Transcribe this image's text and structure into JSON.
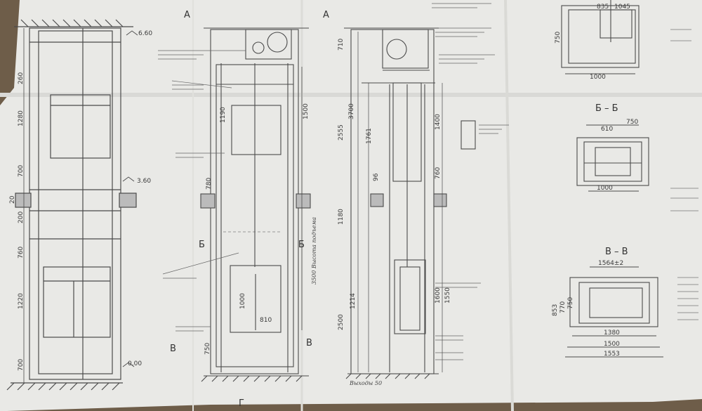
{
  "document": {
    "type": "engineering drawing photo",
    "elevations": {
      "top": "6.60",
      "mid": "3.60",
      "bottom": "0.00"
    },
    "section_labels": {
      "a1": "А",
      "a2": "А",
      "b_b": "Б – Б",
      "v_v": "В – В",
      "b_left": "Б",
      "b_right": "Б",
      "v_left": "В",
      "v_right": "В",
      "g_bottom": "Г"
    },
    "left_view_dims": [
      "260",
      "1280",
      "700",
      "20",
      "200",
      "760",
      "1220",
      "700"
    ],
    "section_a_dims": [
      "1190",
      "780",
      "750",
      "1500",
      "1000",
      "810"
    ],
    "section_a_rotated": "3500  Высота подъема",
    "section_g_dims": [
      "710",
      "2555",
      "3700",
      "1761",
      "96",
      "1180",
      "2500",
      "1214",
      "1400",
      "760",
      "1600",
      "1550"
    ],
    "plan_dims": {
      "top": [
        "835",
        "1045",
        "750",
        "1000"
      ],
      "bb": [
        "750",
        "610",
        "1000"
      ],
      "vv": [
        "1564±2",
        "1380",
        "1500",
        "1553",
        "853",
        "770",
        "750"
      ]
    },
    "bottom_note": "Выходы 50"
  }
}
